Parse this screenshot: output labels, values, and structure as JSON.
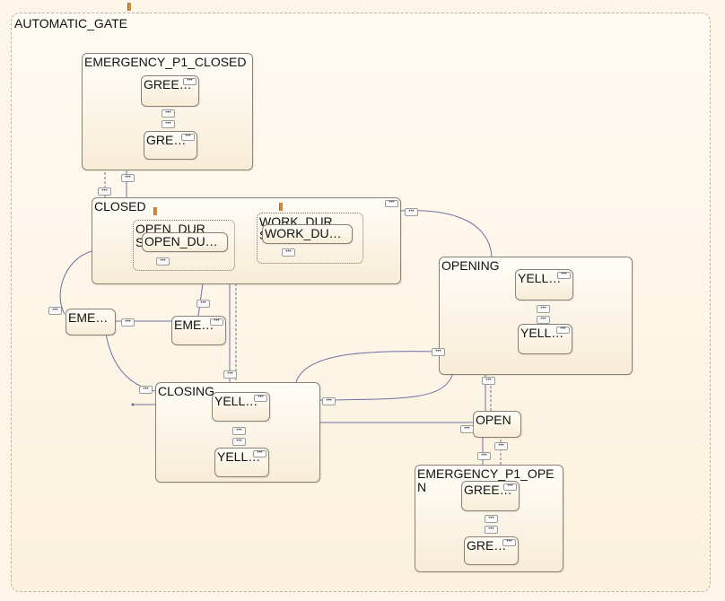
{
  "diagram": {
    "root": {
      "name": "AUTOMATIC_GATE"
    },
    "states": {
      "emergency_p1_closed": {
        "name": "EMERGENCY_P1_CLOSED",
        "children": [
          "GREE…",
          "GRE…"
        ]
      },
      "closed": {
        "name": "CLOSED"
      },
      "open_dur_sub": {
        "name": "OPEN_DUR_S…",
        "child": "OPEN_DU…"
      },
      "work_dur_sub": {
        "name": "WORK_DUR_S…",
        "child": "WORK_DU…"
      },
      "opening": {
        "name": "OPENING",
        "children": [
          "YELL…",
          "YELL…"
        ]
      },
      "eme_left": {
        "name": "EME…"
      },
      "eme_mid": {
        "name": "EME…"
      },
      "closing": {
        "name": "CLOSING",
        "children": [
          "YELL…",
          "YELL…"
        ]
      },
      "open": {
        "name": "OPEN"
      },
      "emergency_p1_open": {
        "name": "EMERGENCY_P1_OPEN",
        "children": [
          "GREE…",
          "GRE…"
        ]
      }
    },
    "ellipsis": "•••"
  },
  "colors": {
    "background": "#fdf6e8",
    "state_fill": "#f7ecd6",
    "state_border": "#8b8073",
    "wire": "#6f6fa8",
    "flag": "#d88a26"
  }
}
